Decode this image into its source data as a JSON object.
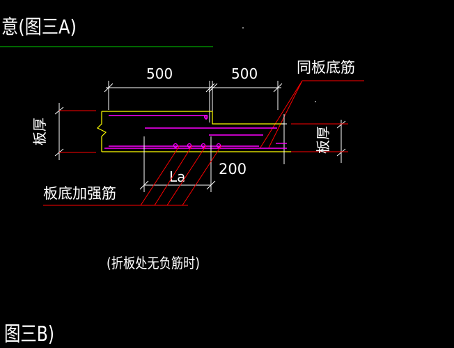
{
  "drawing": {
    "title_top": "意(图三A)",
    "title_bottom": "图三B)",
    "dim_left": "500",
    "dim_right": "500",
    "dim_la": "La",
    "dim_200": "200",
    "label_same_bottom_bar": "同板底筋",
    "label_bottom_reinforce": "板底加强筋",
    "label_thickness_left": "板厚",
    "label_thickness_right": "板厚",
    "caption": "(折板处无负筋时)"
  },
  "colors": {
    "background": "#000000",
    "text": "#ffffff",
    "dimension": "#ffffff",
    "leader": "#ff0000",
    "slab_outline": "#ffff00",
    "rebar": "#ff00ff",
    "title_underline": "#00cc00"
  }
}
